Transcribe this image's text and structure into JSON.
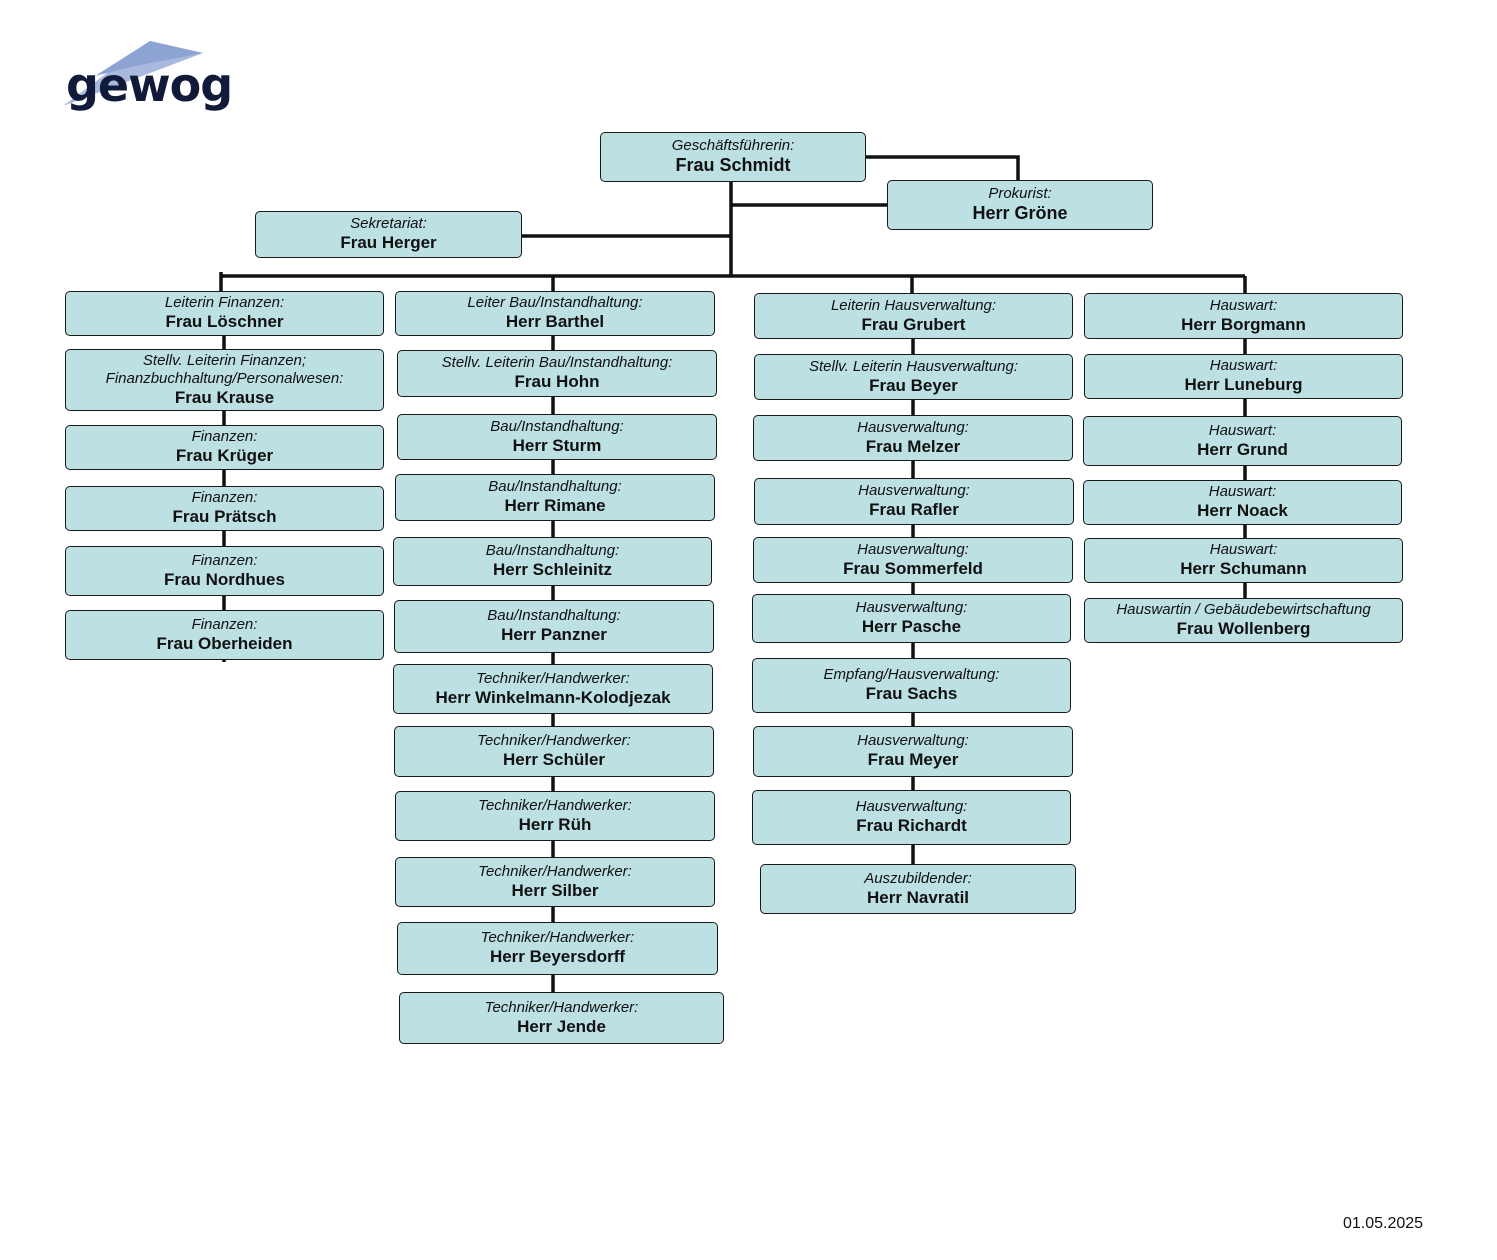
{
  "logo": {
    "text": "gewog"
  },
  "date": "01.05.2025",
  "top": {
    "gf": {
      "role": "Geschäftsführerin:",
      "name": "Frau Schmidt"
    },
    "prokurist": {
      "role": "Prokurist:",
      "name": "Herr Gröne"
    },
    "sekretariat": {
      "role": "Sekretariat:",
      "name": "Frau Herger"
    }
  },
  "columns": [
    {
      "items": [
        {
          "role": "Leiterin Finanzen:",
          "name": "Frau Löschner"
        },
        {
          "role": "Stellv. Leiterin Finanzen;\nFinanzbuchhaltung/Personalwesen:",
          "name": "Frau Krause"
        },
        {
          "role": "Finanzen:",
          "name": "Frau Krüger"
        },
        {
          "role": "Finanzen:",
          "name": "Frau Prätsch"
        },
        {
          "role": "Finanzen:",
          "name": "Frau Nordhues"
        },
        {
          "role": "Finanzen:",
          "name": "Frau Oberheiden"
        }
      ]
    },
    {
      "items": [
        {
          "role": "Leiter Bau/Instandhaltung:",
          "name": "Herr Barthel"
        },
        {
          "role": "Stellv. Leiterin Bau/Instandhaltung:",
          "name": "Frau Hohn"
        },
        {
          "role": "Bau/Instandhaltung:",
          "name": "Herr Sturm"
        },
        {
          "role": "Bau/Instandhaltung:",
          "name": "Herr Rimane"
        },
        {
          "role": "Bau/Instandhaltung:",
          "name": "Herr Schleinitz"
        },
        {
          "role": "Bau/Instandhaltung:",
          "name": "Herr Panzner"
        },
        {
          "role": "Techniker/Handwerker:",
          "name": "Herr Winkelmann-Kolodjezak"
        },
        {
          "role": "Techniker/Handwerker:",
          "name": "Herr Schüler"
        },
        {
          "role": "Techniker/Handwerker:",
          "name": "Herr Rüh"
        },
        {
          "role": "Techniker/Handwerker:",
          "name": "Herr Silber"
        },
        {
          "role": "Techniker/Handwerker:",
          "name": "Herr Beyersdorff"
        },
        {
          "role": "Techniker/Handwerker:",
          "name": "Herr Jende"
        }
      ]
    },
    {
      "items": [
        {
          "role": "Leiterin Hausverwaltung:",
          "name": "Frau Grubert"
        },
        {
          "role": "Stellv. Leiterin Hausverwaltung:",
          "name": "Frau Beyer"
        },
        {
          "role": "Hausverwaltung:",
          "name": "Frau Melzer"
        },
        {
          "role": "Hausverwaltung:",
          "name": "Frau Rafler"
        },
        {
          "role": "Hausverwaltung:",
          "name": "Frau Sommerfeld"
        },
        {
          "role": "Hausverwaltung:",
          "name": "Herr Pasche"
        },
        {
          "role": "Empfang/Hausverwaltung:",
          "name": "Frau Sachs"
        },
        {
          "role": "Hausverwaltung:",
          "name": "Frau Meyer"
        },
        {
          "role": "Hausverwaltung:",
          "name": "Frau Richardt"
        },
        {
          "role": "Auszubildender:",
          "name": "Herr Navratil"
        }
      ]
    },
    {
      "items": [
        {
          "role": "Hauswart:",
          "name": "Herr Borgmann"
        },
        {
          "role": "Hauswart:",
          "name": "Herr Luneburg"
        },
        {
          "role": "Hauswart:",
          "name": "Herr Grund"
        },
        {
          "role": "Hauswart:",
          "name": "Herr Noack"
        },
        {
          "role": "Hauswart:",
          "name": "Herr Schumann"
        },
        {
          "role": "Hauswartin / Gebäudebewirtschaftung",
          "name": "Frau Wollenberg"
        }
      ]
    }
  ]
}
